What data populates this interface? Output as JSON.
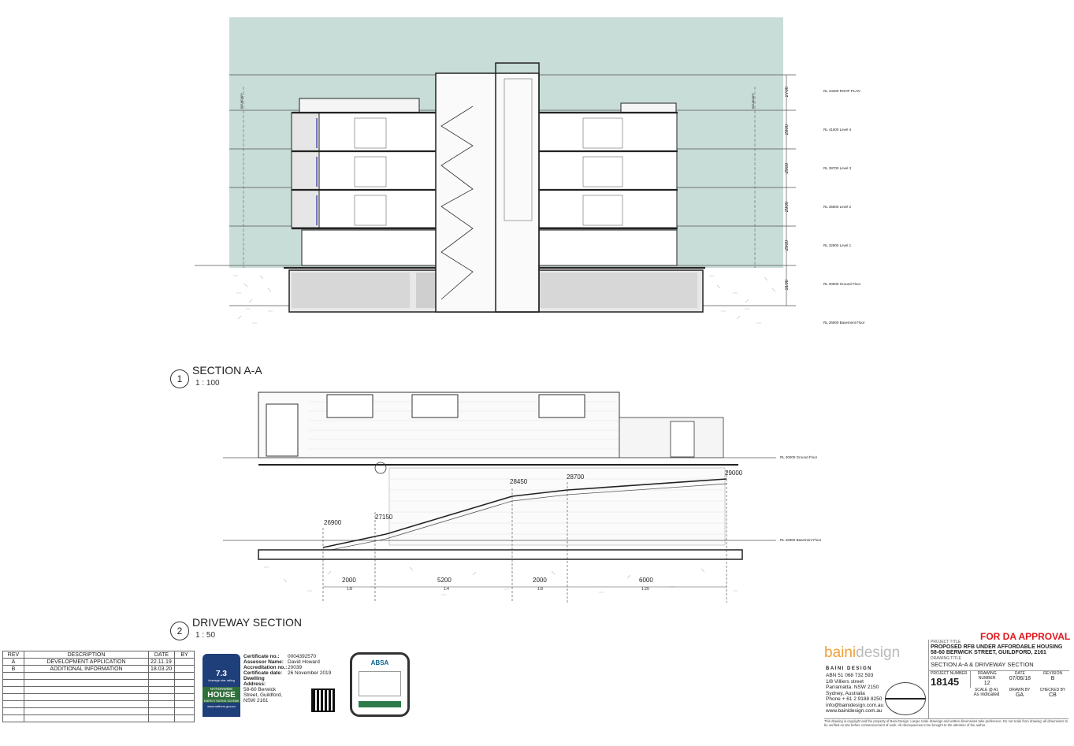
{
  "section_aa": {
    "number": "1",
    "title": "SECTION A-A",
    "scale": "1 : 100",
    "levels": [
      {
        "rl": "RL 44300",
        "name": "ROOF PLAN"
      },
      {
        "rl": "RL 41600",
        "name": "Level 4"
      },
      {
        "rl": "RL 38700",
        "name": "Level 3"
      },
      {
        "rl": "RL 35800",
        "name": "Level 2"
      },
      {
        "rl": "RL 32900",
        "name": "Level 1"
      },
      {
        "rl": "RL 30000",
        "name": "Ground Floor"
      },
      {
        "rl": "RL 26900",
        "name": "Basement Floor"
      }
    ],
    "heights": [
      "2700",
      "2900",
      "2900",
      "2900",
      "2900",
      "3100"
    ],
    "boundary_label": "BOUNDARY"
  },
  "driveway": {
    "number": "2",
    "title": "DRIVEWAY SECTION",
    "scale": "1 : 50",
    "ground_level": "RL 30000 Ground Floor",
    "basement_level": "RL 26900 Basement Floor",
    "spot_levels": [
      "26900",
      "27150",
      "28450",
      "28700",
      "29000"
    ],
    "segments": [
      "2000",
      "5200",
      "2000",
      "6000"
    ],
    "grades": [
      "1:8",
      "1:4",
      "1:8",
      "1:20"
    ]
  },
  "revisions": {
    "headers": [
      "REV",
      "DESCRIPTION",
      "DATE",
      "BY"
    ],
    "rows": [
      [
        "A",
        "DEVELOPMENT APPLICATION",
        "22.11.19",
        ""
      ],
      [
        "B",
        "ADDITIONAL INFORMATION",
        "18.03.20",
        ""
      ]
    ]
  },
  "nathers": {
    "rating": "7.3",
    "rating_label": "Average star rating",
    "brand_top": "NATIONWIDE",
    "brand": "HOUSE",
    "brand_sub": "ENERGY RATING SCHEME",
    "site": "www.nathers.gov.au",
    "fields": [
      {
        "k": "Certificate no.:",
        "v": "0004392570"
      },
      {
        "k": "Assessor Name:",
        "v": "David Howard"
      },
      {
        "k": "Accreditation no.:",
        "v": "20039"
      },
      {
        "k": "Certificate date:",
        "v": "26 November 2019"
      },
      {
        "k": "Dwelling Address:",
        "v": "58-60 Berwick Street, Guildford, NSW 2161"
      }
    ],
    "abs_label": "ABSA"
  },
  "title_block": {
    "approval": "FOR DA APPROVAL",
    "brand_a": "baini",
    "brand_b": "design",
    "company": "BAINI DESIGN",
    "company_lines": [
      "ABN 51 068 732 593",
      "1/8 Villiers street",
      "Parramatta. NSW 2150",
      "Sydney, Australia",
      "Phone + 61 2 9188 8250",
      "info@bainidesign.com.au",
      "www.bainidesign.com.au"
    ],
    "project_title_label": "PROJECT TITLE",
    "project_title": "PROPOSED RFB UNDER AFFORDABLE HOUSING",
    "project_address": "58-60 BERWICK STREET, GUILDFORD, 2161",
    "drawing_title_label": "DRAWING TITLE",
    "drawing_title": "SECTION A-A & DRIVEWAY SECTION",
    "fields": [
      {
        "k": "PROJECT NUMBER",
        "v": "18145"
      },
      {
        "k": "DRAWING NUMBER",
        "v": "12"
      },
      {
        "k": "DATE",
        "v": "07/06/18"
      },
      {
        "k": "REVISION",
        "v": "B"
      }
    ],
    "fields2": [
      {
        "k": "SCALE @ A1",
        "v": "As indicated"
      },
      {
        "k": "DRAWN BY",
        "v": "GA"
      },
      {
        "k": "CHECKED BY",
        "v": "CB"
      }
    ],
    "disclaimer": "This drawing is copyright and the property of Baini Design. Larger scale drawings and written dimensions take preference. Do not scale from drawing; all dimensions to be verified on site before commencement of work. All discrepancies to be brought to the attention of the author."
  },
  "colors": {
    "sky": "#c8dcd8",
    "line": "#333333",
    "approval": "#e0161b",
    "brand": "#f0a13b"
  }
}
